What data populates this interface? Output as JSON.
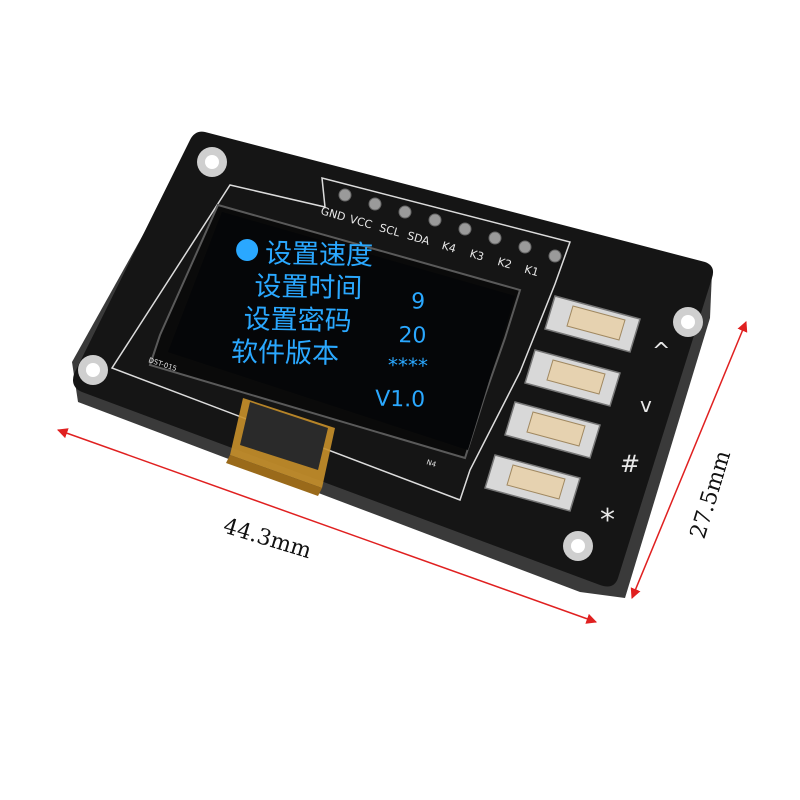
{
  "board": {
    "pin_labels": [
      "GND",
      "VCC",
      "SCL",
      "SDA",
      "K4",
      "K3",
      "K2",
      "K1"
    ],
    "silkscreen_model": "DST-015",
    "silkscreen_n4": "N4",
    "key_symbols": [
      "^",
      "v",
      "#",
      "*"
    ]
  },
  "oled": {
    "menu": [
      {
        "label": "设置速度",
        "value": ""
      },
      {
        "label": "设置时间",
        "value": "9"
      },
      {
        "label": "设置密码",
        "value": "20"
      },
      {
        "label": "软件版本",
        "value": "****"
      }
    ],
    "version": "V1.0",
    "selected_index": 0
  },
  "dimensions": {
    "width_label": "44.3mm",
    "height_label": "27.5mm"
  },
  "colors": {
    "pcb": "#151515",
    "silkscreen": "#e8e8e8",
    "oled_text": "#2aa8ff",
    "dimension_line": "#e02020",
    "button_cap": "#e6d2b0",
    "flex_cable": "#c8902a"
  }
}
